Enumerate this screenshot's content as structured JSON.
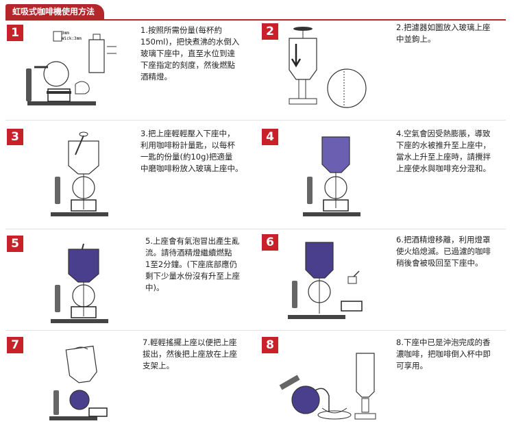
{
  "header": {
    "title": "虹吸式咖啡機使用方法"
  },
  "steps": [
    {
      "number": "1",
      "text": "1.按照所需份量(每杯約\n150ml)，把快煮沸的水倒入\n玻璃下座中，直至水位到達\n下座指定的刻度，然後燃點\n酒精燈。",
      "label_a": "3mm",
      "label_b": "Wick:3mm"
    },
    {
      "number": "2",
      "text": "2.把濾器如圖放入玻璃上座\n中並鉤上。"
    },
    {
      "number": "3",
      "text": "3.把上座輕輕壓入下座中，\n利用咖啡粉計量匙，以每杯\n一匙的份量(約10g)把適量\n中磨咖啡粉放入玻璃上座中。"
    },
    {
      "number": "4",
      "text": "4.空氣會因受熱膨脹，導致\n下座的水被推升至上座中，\n當水上升至上座時，請攪拌\n上座使水與咖啡充分混和。"
    },
    {
      "number": "5",
      "text": "5.上座會有氣泡冒出產生亂\n流。請待酒精燈繼續燃點\n1至2分鐘。(下座底部應仍\n剩下少量水份沒有升至上座\n中)。"
    },
    {
      "number": "6",
      "text": "6.把酒精燈移離，利用燈罩\n使火焰熄滅。已過濾的咖啡\n稍後會被吸回至下座中。"
    },
    {
      "number": "7",
      "text": "7.輕輕搖擺上座以便把上座\n拔出，然後把上座放在上座\n支架上。"
    },
    {
      "number": "8",
      "text": "8.下座中已是沖泡完成的香\n濃咖啡，把咖啡倒入杯中即\n可享用。"
    }
  ],
  "colors": {
    "accent": "#b3262a",
    "badge": "#c8212a",
    "coffee": "#4a3f8c"
  }
}
